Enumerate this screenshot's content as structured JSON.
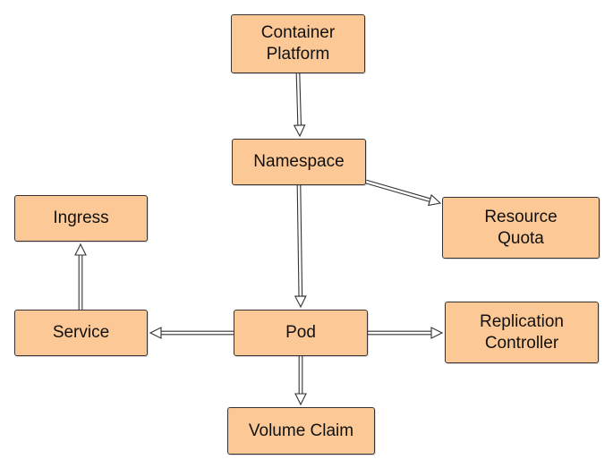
{
  "colors": {
    "node_fill": "#fcc996",
    "node_border": "#333333",
    "edge": "#333333"
  },
  "nodes": {
    "container_platform": "Container\nPlatform",
    "namespace": "Namespace",
    "resource_quota": "Resource\nQuota",
    "ingress": "Ingress",
    "service": "Service",
    "pod": "Pod",
    "replication_controller": "Replication\nController",
    "volume_claim": "Volume Claim"
  },
  "edges": [
    {
      "from": "container_platform",
      "to": "namespace"
    },
    {
      "from": "namespace",
      "to": "resource_quota"
    },
    {
      "from": "namespace",
      "to": "pod"
    },
    {
      "from": "pod",
      "to": "service"
    },
    {
      "from": "pod",
      "to": "replication_controller"
    },
    {
      "from": "pod",
      "to": "volume_claim"
    },
    {
      "from": "service",
      "to": "ingress"
    }
  ]
}
